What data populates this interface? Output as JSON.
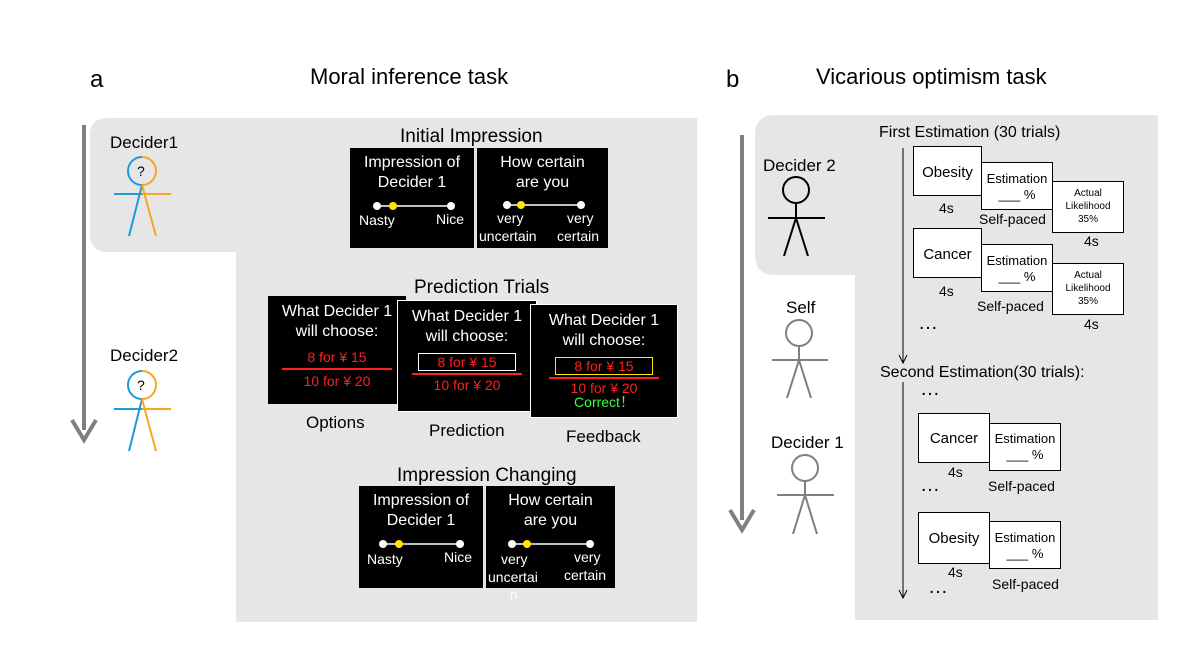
{
  "panel_a": {
    "letter": "a",
    "title": "Moral inference task",
    "deciders": [
      "Decider1",
      "Decider2"
    ],
    "deciders_q": "?",
    "initial": {
      "title": "Initial Impression",
      "screen1": {
        "line1": "Impression of",
        "line2": "Decider 1",
        "left": "Nasty",
        "right": "Nice"
      },
      "screen2": {
        "line1": "How certain",
        "line2": "are you",
        "left1": "very",
        "left2": "uncertain",
        "right1": "very",
        "right2": "certain"
      }
    },
    "prediction": {
      "title": "Prediction Trials",
      "header1": "What Decider 1",
      "header2": "will choose:",
      "option1": "8 for ¥ 15",
      "option2": "10 for ¥ 20",
      "correct": "Correct！",
      "labels": [
        "Options",
        "Prediction",
        "Feedback"
      ]
    },
    "changing": {
      "title": "Impression Changing",
      "screen1": {
        "line1": "Impression of",
        "line2": "Decider 1",
        "left": "Nasty",
        "right": "Nice"
      },
      "screen2": {
        "line1": "How certain",
        "line2": "are you",
        "left1": "very",
        "left2": "uncertai",
        "left3": "n",
        "right1": "very",
        "right2": "certain"
      }
    }
  },
  "panel_b": {
    "letter": "b",
    "title": "Vicarious optimism task",
    "agents": [
      "Decider 2",
      "Self",
      "Decider 1"
    ],
    "first": {
      "title": "First Estimation (30 trials)",
      "items": [
        "Obesity",
        "Cancer"
      ],
      "estimation": "Estimation",
      "blank": "___ %",
      "actual1": "Actual",
      "actual2": "Likelihood",
      "actual3": "35%",
      "dur_item": "4s",
      "dur_est": "Self-paced",
      "dur_actual": "4s"
    },
    "second": {
      "title": "Second Estimation(30 trials):",
      "items": [
        "Cancer",
        "Obesity"
      ],
      "estimation": "Estimation",
      "blank": "___ %",
      "dur_item": "4s",
      "dur_est": "Self-paced"
    },
    "ellipsis": "…"
  },
  "colors": {
    "panel_bg": "#e6e6e6",
    "arrow": "#7f7f7f",
    "blue": "#1e9bd7",
    "orange": "#f5a623",
    "red": "#ff2020",
    "yellow": "#ffe600",
    "green": "#3cff3c"
  }
}
